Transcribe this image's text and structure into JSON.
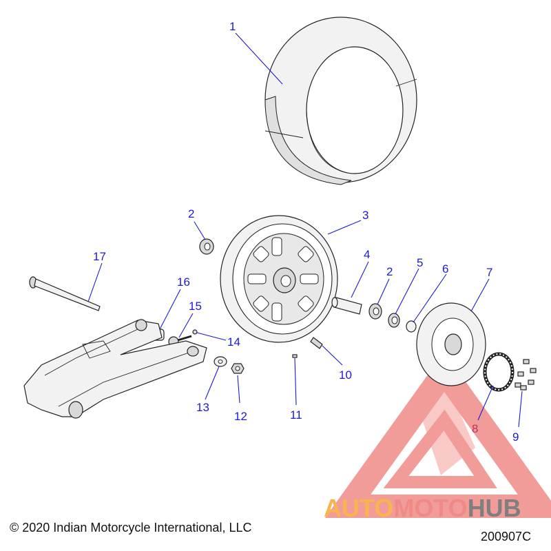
{
  "diagram": {
    "callouts": [
      "1",
      "2",
      "3",
      "4",
      "2",
      "5",
      "6",
      "7",
      "8",
      "9",
      "10",
      "11",
      "12",
      "13",
      "14",
      "15",
      "16",
      "17"
    ],
    "copyright": "© 2020 Indian Motorcycle International, LLC",
    "figure_code": "200907C"
  },
  "watermark": {
    "word_part1": "AUTO",
    "word_part2": "MOTO",
    "word_part3": "HUB",
    "color_part1": "#f6b54e",
    "color_part2": "#f08a86",
    "color_part3": "#7f7f7f"
  }
}
